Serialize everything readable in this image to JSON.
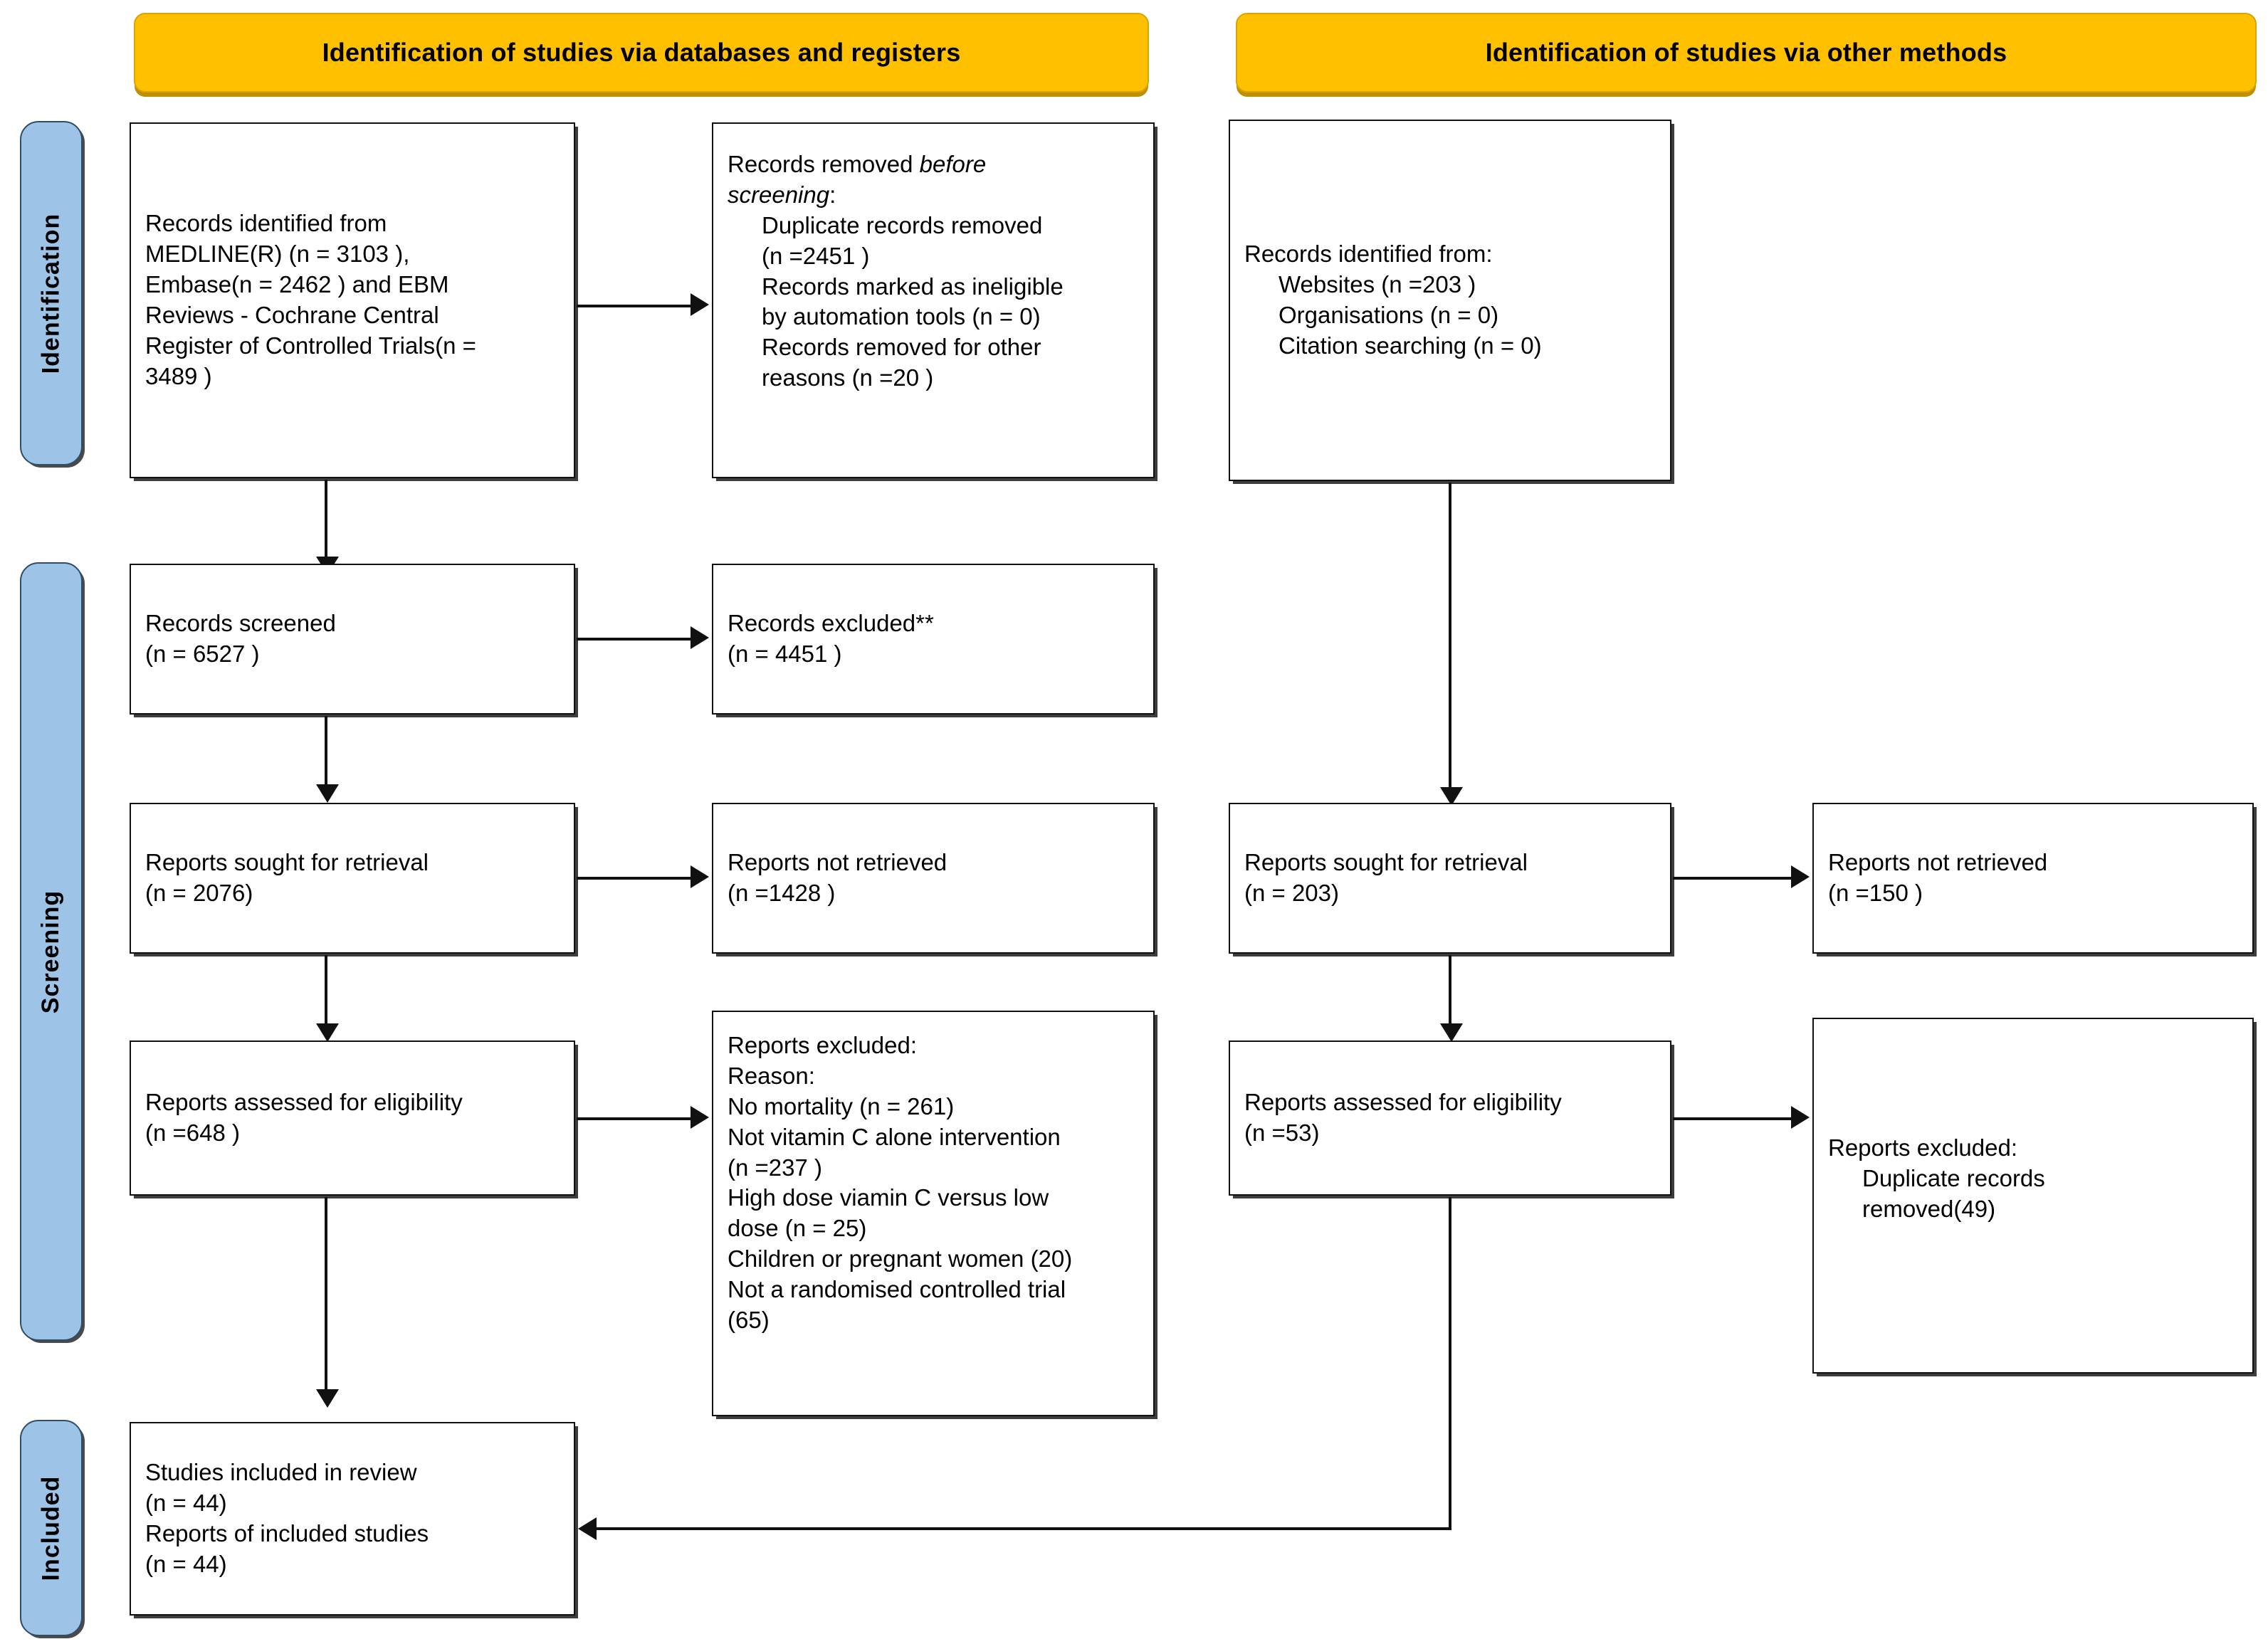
{
  "diagram": {
    "type": "PRISMA 2020 flow diagram",
    "banners": [
      {
        "id": "databases",
        "label": "Identification of studies via databases and registers"
      },
      {
        "id": "other",
        "label": "Identification of studies via other methods"
      }
    ],
    "phases": [
      {
        "id": "identification",
        "label": "Identification"
      },
      {
        "id": "screening",
        "label": "Screening"
      },
      {
        "id": "included",
        "label": "Included"
      }
    ],
    "boxes": {
      "records_identified_db": {
        "lines": [
          "Records identified from",
          "MEDLINE(R) (n = 3103 ),",
          "Embase(n = 2462 ) and EBM",
          "Reviews - Cochrane Central",
          "Register of Controlled Trials(n =",
          "3489 )"
        ]
      },
      "records_removed_before_screening": {
        "title_plain": "Records removed ",
        "title_italic_a": "before",
        "title_italic_b": "screening",
        "title_colon": ":",
        "items": [
          "Duplicate records removed",
          "(n =2451 )",
          "Records marked as ineligible",
          "by automation tools (n = 0)",
          "Records removed for other",
          "reasons (n =20 )"
        ]
      },
      "records_identified_other": {
        "heading": "Records identified from:",
        "items": [
          "Websites (n =203 )",
          "Organisations (n = 0)",
          "Citation searching (n = 0)"
        ]
      },
      "records_screened": {
        "lines": [
          "Records screened",
          "(n = 6527 )"
        ]
      },
      "records_excluded": {
        "lines": [
          "Records excluded**",
          "(n = 4451 )"
        ]
      },
      "reports_sought_db": {
        "lines": [
          "Reports sought for retrieval",
          "(n = 2076)"
        ]
      },
      "reports_not_retrieved_db": {
        "lines": [
          "Reports not retrieved",
          "(n =1428 )"
        ]
      },
      "reports_sought_other": {
        "lines": [
          "Reports sought for retrieval",
          "(n = 203)"
        ]
      },
      "reports_not_retrieved_other": {
        "lines": [
          "Reports not retrieved",
          "(n =150 )"
        ]
      },
      "reports_assessed_db": {
        "lines": [
          "Reports assessed for eligibility",
          "(n =648 )"
        ]
      },
      "reports_excluded_db": {
        "lines": [
          "Reports excluded:",
          "Reason:",
          "No mortality (n = 261)",
          "Not vitamin C alone intervention",
          "(n =237 )",
          "High dose viamin C versus low",
          "dose (n = 25)",
          "Children or pregnant women (20)",
          "Not a randomised controlled trial",
          "(65)"
        ]
      },
      "reports_assessed_other": {
        "lines": [
          "Reports assessed for eligibility",
          "(n =53)"
        ]
      },
      "reports_excluded_other": {
        "heading": "Reports excluded:",
        "items": [
          "Duplicate records",
          "removed(49)"
        ]
      },
      "studies_included": {
        "lines": [
          "Studies included in review",
          "(n = 44)",
          "Reports of included studies",
          "(n = 44)"
        ]
      }
    },
    "colors": {
      "banner_fill": "#FFC000",
      "phase_tab_fill": "#9DC3E6",
      "box_border": "#111111",
      "background": "#FFFFFF"
    }
  }
}
